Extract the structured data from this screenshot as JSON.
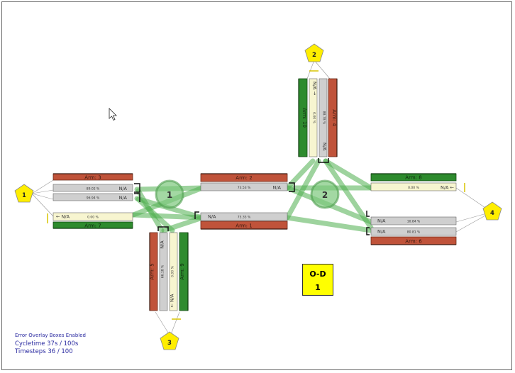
{
  "od_box": {
    "line1": "O-D",
    "line2": "1"
  },
  "status": {
    "overlay": "Error Overlay Boxes Enabled",
    "cycletime": "Cycletime 37s / 100s",
    "timesteps": "Timesteps 36 / 100"
  },
  "zones": {
    "z1": "1",
    "z2": "2",
    "z3": "3",
    "z4": "4"
  },
  "junctions": {
    "j1": "1",
    "j2": "2"
  },
  "arms": {
    "a1": "Arm: 1",
    "a2": "Arm: 2",
    "a3": "Arm: 3",
    "a4": "Arm: 4",
    "a5": "Arm: 5",
    "a6": "Arm: 6",
    "a7": "Arm: 7",
    "a8": "Arm: 8",
    "a9": "Arm: 9",
    "a10": "Arm: 10"
  },
  "lanes": {
    "a3_upper_pct": "89.02 %",
    "a3_upper_na": "N/A",
    "a3_lower_pct": "96.94 %",
    "a3_lower_na": "N/A",
    "a7_na": "← N/A",
    "a7_pct": "0.00 %",
    "a2_pct": "73.53 %",
    "a2_na": "N/A",
    "a1_na": "N/A",
    "a1_pct": "75.35 %",
    "a8_pct": "0.00 %",
    "a8_na": "N/A ←",
    "a6_upper_na": "N/A",
    "a6_upper_pct": "10.84 %",
    "a6_lower_na": "N/A",
    "a6_lower_pct": "80.81 %",
    "a10_na": "N/A →",
    "a10_pct": "0.00 %",
    "a4_pct": "88.78 %",
    "a4_na": "N/A",
    "a5_na": "N/A",
    "a5_pct": "66.18 %",
    "a9_pct": "0.00 %",
    "a9_na": "← N/A"
  },
  "colors": {
    "arm_red": "#c0533a",
    "arm_green": "#2e8b2e",
    "lane_gray": "#cfcfcf",
    "lane_cream": "#f7f5d0",
    "route_green": "#7cc87c",
    "zone_yellow": "#ffee00"
  }
}
